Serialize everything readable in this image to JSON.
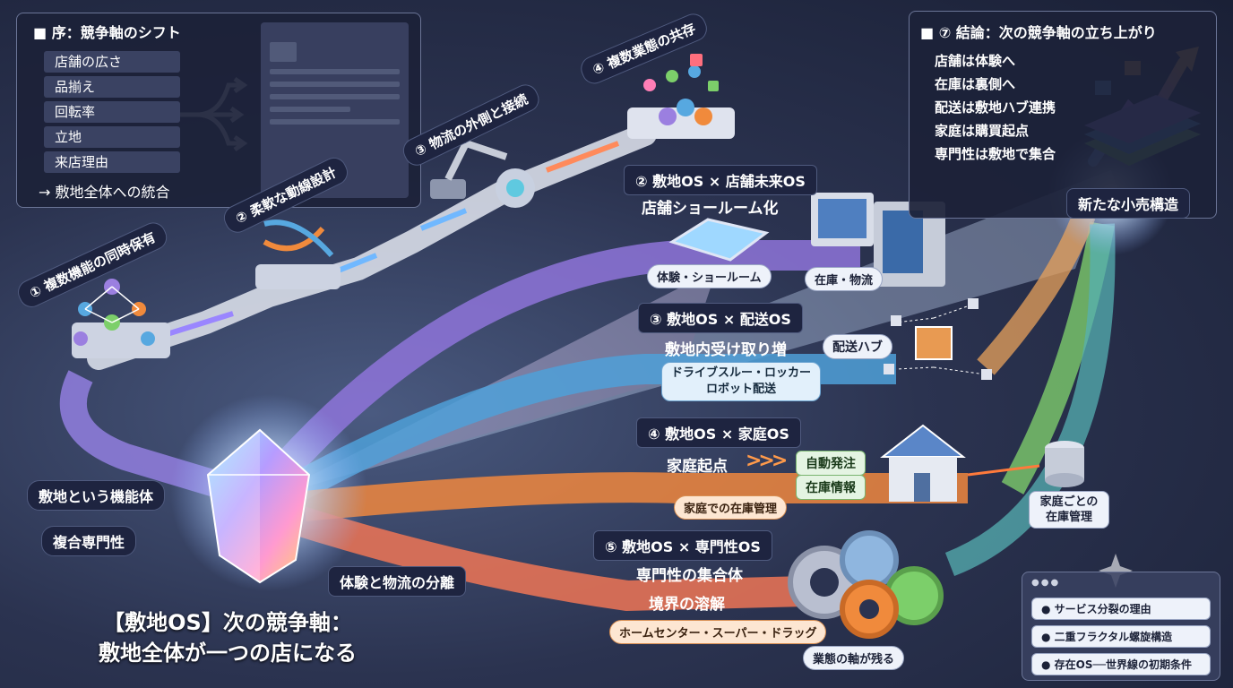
{
  "intro": {
    "title": "■ 序：競争軸のシフト",
    "items": [
      "店舗の広さ",
      "品揃え",
      "回転率",
      "立地",
      "来店理由"
    ],
    "result": "→ 敷地全体への統合"
  },
  "steps": {
    "s1": "① 複数機能の同時保有",
    "s2": "② 柔軟な動線設計",
    "s3": "③ 物流の外側と接続",
    "s4": "④ 複数業態の共存"
  },
  "conclusion": {
    "title": "■ ⑦ 結論：次の競争軸の立ち上がり",
    "items": [
      "店舗は体験へ",
      "在庫は裏側へ",
      "配送は敷地ハブ連携",
      "家庭は購買起点",
      "専門性は敷地で集合"
    ],
    "badge": "新たな小売構造"
  },
  "os2": {
    "title": "② 敷地OS × 店舗未来OS",
    "subtitle": "店舗ショールーム化",
    "label_left": "体験・ショールーム",
    "label_right": "在庫・物流"
  },
  "os3": {
    "title": "③ 敷地OS × 配送OS",
    "line1": "敷地内受け取り増",
    "hub": "配送ハブ",
    "detail1": "ドライブスルー・ロッカー",
    "detail2": "ロボット配送"
  },
  "os4": {
    "title": "④ 敷地OS × 家庭OS",
    "line1": "家庭起点",
    "tag1": "自動発注",
    "tag2": "在庫情報",
    "bottom": "家庭での在庫管理",
    "side": "家庭ごとの在庫管理"
  },
  "os5": {
    "title": "⑤ 敷地OS × 専門性OS",
    "line1": "専門性の集合体",
    "line2": "境界の溶解",
    "detail": "ホームセンター・スーパー・ドラッグ",
    "bottom": "業態の軸が残る"
  },
  "left": {
    "tag1": "敷地という機能体",
    "tag2": "複合専門性",
    "separation": "体験と物流の分離"
  },
  "main_title": {
    "line1": "【敷地OS】次の競争軸：",
    "line2": "敷地全体が一つの店になる"
  },
  "side_panel": {
    "items": [
      "サービス分裂の理由",
      "二重フラクタル螺旋構造",
      "存在OS──世界線の初期条件"
    ]
  },
  "colors": {
    "purple": "#9b7fe0",
    "blue": "#57a8e0",
    "orange": "#f08a3c",
    "green": "#7ccf6a",
    "panel": "#1c2238"
  }
}
